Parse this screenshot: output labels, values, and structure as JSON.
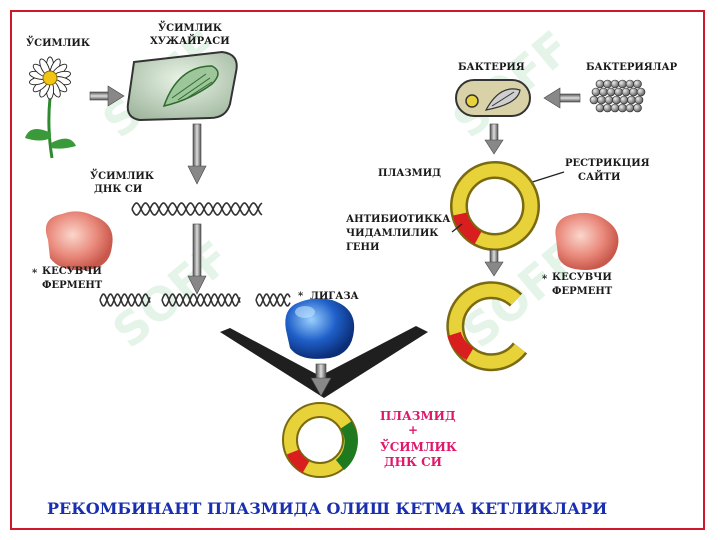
{
  "labels": {
    "plant": "ЎСИМЛИК",
    "plant_cell_1": "ЎСИМЛИК",
    "plant_cell_2": "ХУЖАЙРАСИ",
    "plant_dna_1": "ЎСИМЛИК",
    "plant_dna_2": "ДНК СИ",
    "enzyme_left_1": "КЕСУВЧИ",
    "enzyme_left_2": "ФЕРМЕНТ",
    "ligase": "ЛИГАЗА",
    "bacterium": "БАКТЕРИЯ",
    "bacteria": "БАКТЕРИЯЛАР",
    "plasmid": "ПЛАЗМИД",
    "restriction_1": "РЕСТРИКЦИЯ",
    "restriction_2": "САЙТИ",
    "antibiotic_1": "АНТИБИОТИККА",
    "antibiotic_2": "ЧИДАМЛИЛИК",
    "antibiotic_3": "ГЕНИ",
    "enzyme_right_1": "КЕСУВЧИ",
    "enzyme_right_2": "ФЕРМЕНТ",
    "result_1": "ПЛАЗМИД",
    "result_plus": "+",
    "result_2": "ЎСИМЛИК",
    "result_3": "ДНК СИ",
    "bullet": "*"
  },
  "title": "РЕКОМБИНАНТ ПЛАЗМИДА ОЛИШ КЕТМА КЕТЛИКЛАРИ",
  "watermark": "SOFF",
  "colors": {
    "frame": "#d0182c",
    "title": "#1a2fb0",
    "result_label": "#e0186a",
    "plasmid_yellow": "#e8d23a",
    "marker_red": "#d81e1e",
    "insert_green": "#1f7a1f",
    "enzyme_pink": "#e98a7c",
    "ligase_blue": "#1f5fc8",
    "cell_green": "#9dc79a"
  },
  "icons": {
    "plant": "daisy-flower-icon",
    "cell": "plant-cell-icon",
    "bacterium": "bacterium-icon",
    "bacteria": "bacteria-cluster-icon",
    "enzyme": "enzyme-blob-icon",
    "ligase": "ligase-blob-icon"
  }
}
